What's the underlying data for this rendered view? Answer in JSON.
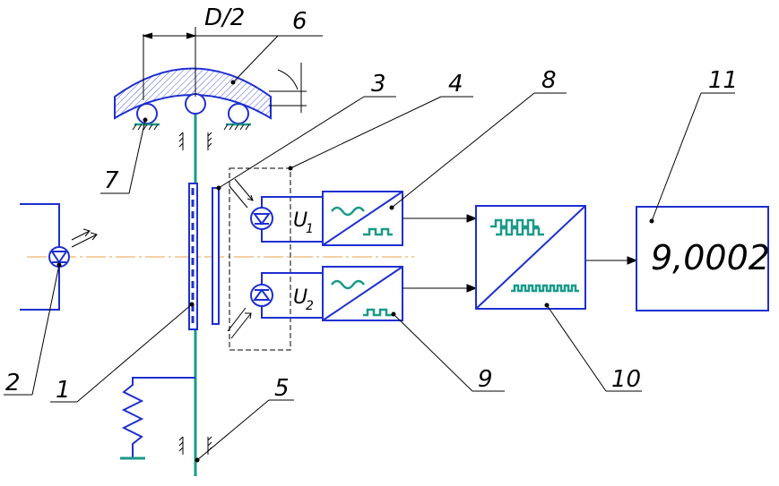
{
  "dimension_label": "D/2",
  "part_labels": {
    "p1": "1",
    "p2": "2",
    "p3": "3",
    "p4": "4",
    "p5": "5",
    "p6": "6",
    "p7": "7",
    "p8": "8",
    "p9": "9",
    "p10": "10",
    "p11": "11"
  },
  "signals": {
    "u1": "U",
    "u1_sub": "1",
    "u2": "U",
    "u2_sub": "2"
  },
  "display_value": "9,0002",
  "colors": {
    "component": "#1e2fd0",
    "shaft": "#1a9a8a",
    "axis": "#e8a04a",
    "text": "#000000"
  }
}
